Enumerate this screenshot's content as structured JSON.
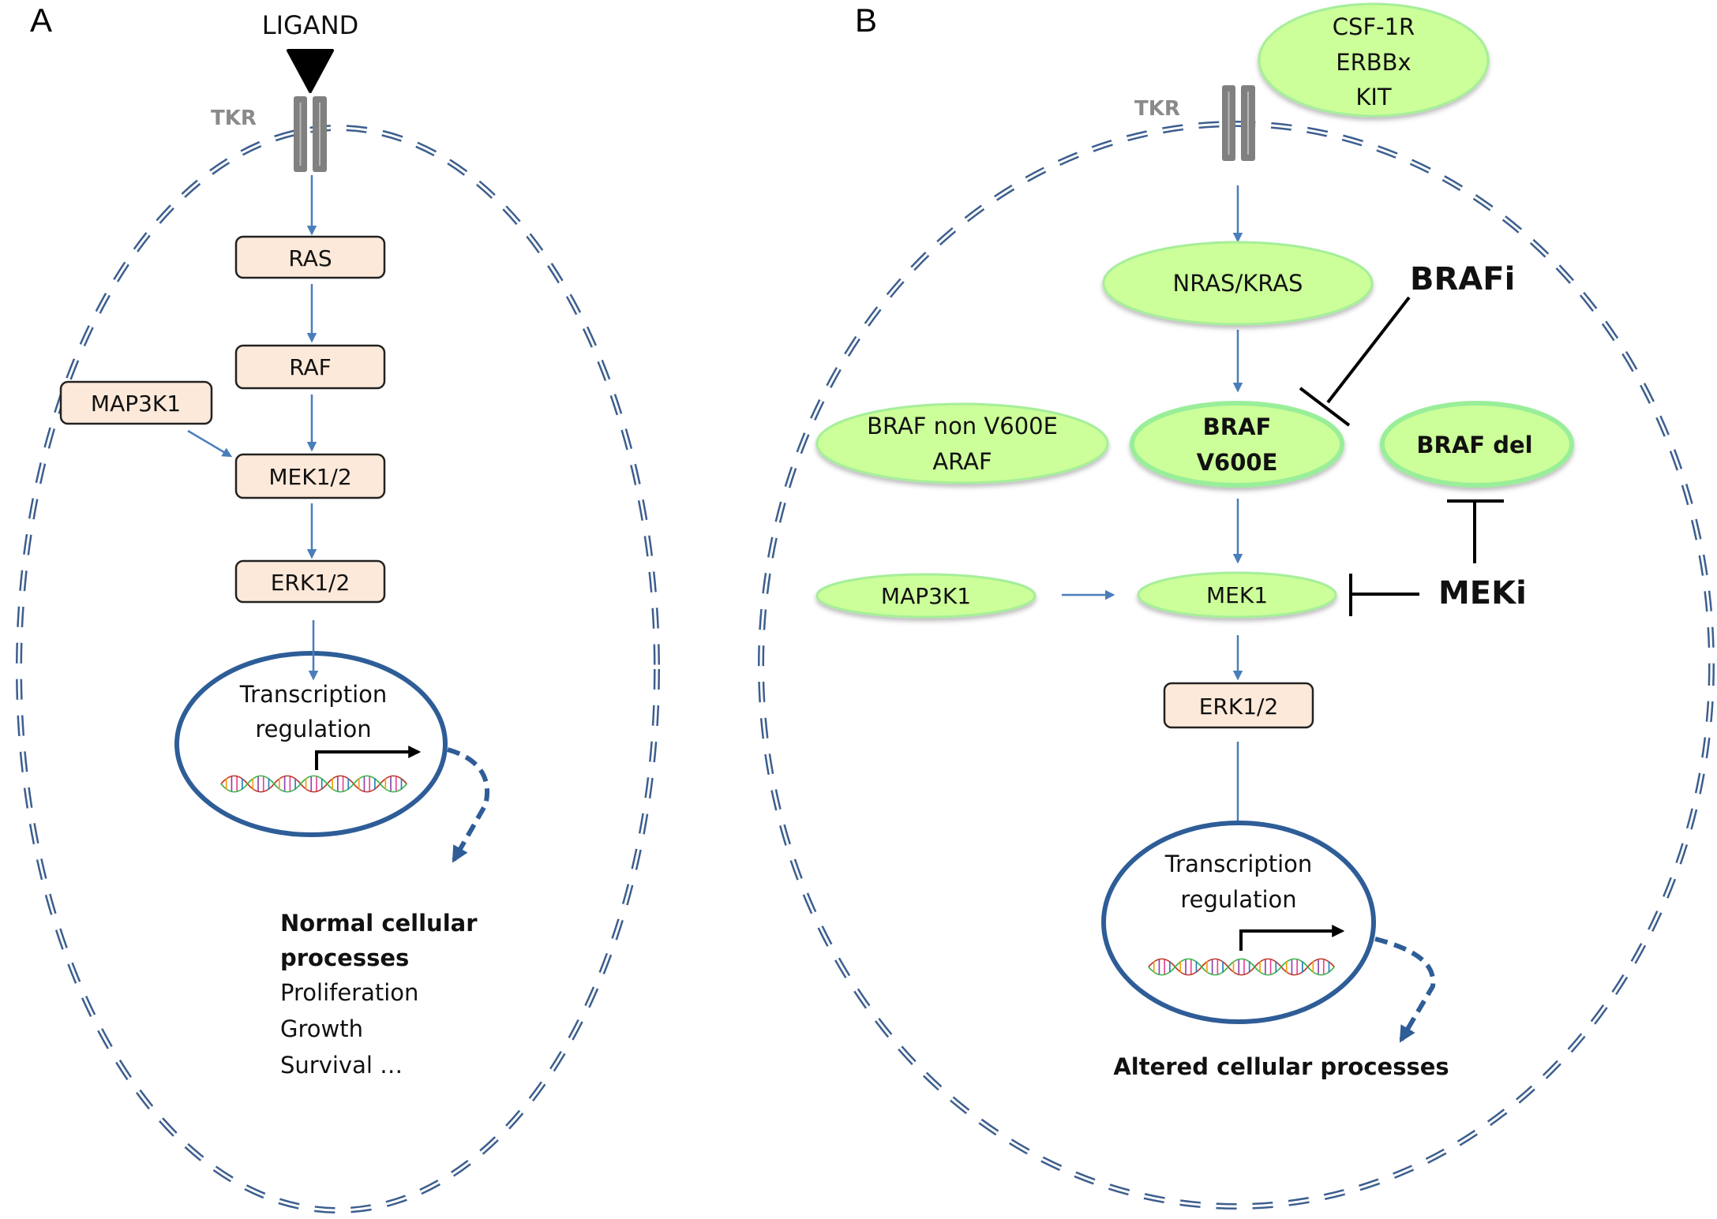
{
  "figure": {
    "panels": [
      {
        "letter": "A",
        "ligand_label": "LIGAND",
        "receptor_label": "TKR",
        "nodes": {
          "ras": "RAS",
          "raf": "RAF",
          "map3k1": "MAP3K1",
          "mek": "MEK1/2",
          "erk": "ERK1/2"
        },
        "nucleus": {
          "line1": "Transcription",
          "line2": "regulation"
        },
        "outcome": {
          "title_line1": "Normal cellular",
          "title_line2": "processes",
          "items": [
            "Proliferation",
            "Growth",
            "Survival …"
          ]
        }
      },
      {
        "letter": "B",
        "receptor_label": "TKR",
        "receptor_types": [
          "CSF-1R",
          "ERBBx",
          "KIT"
        ],
        "nodes": {
          "ras": "NRAS/KRAS",
          "braf_non_v600e": [
            "BRAF non V600E",
            "ARAF"
          ],
          "braf_v600e": [
            "BRAF",
            "V600E"
          ],
          "braf_del": "BRAF del",
          "map3k1": "MAP3K1",
          "mek": "MEK1",
          "erk": "ERK1/2"
        },
        "inhibitors": {
          "braf": "BRAFi",
          "mek": "MEKi"
        },
        "nucleus": {
          "line1": "Transcription",
          "line2": "regulation"
        },
        "outcome": {
          "title": "Altered cellular processes"
        }
      }
    ],
    "colors": {
      "kinase_box": "#fde9d9",
      "green_node": "#ccff99",
      "activation_arrow": "#4a7ebb",
      "membrane": "#3c5e8e",
      "nucleus": "#2e5d97",
      "inhibitor": "#000000",
      "receptor": "#808080"
    }
  }
}
